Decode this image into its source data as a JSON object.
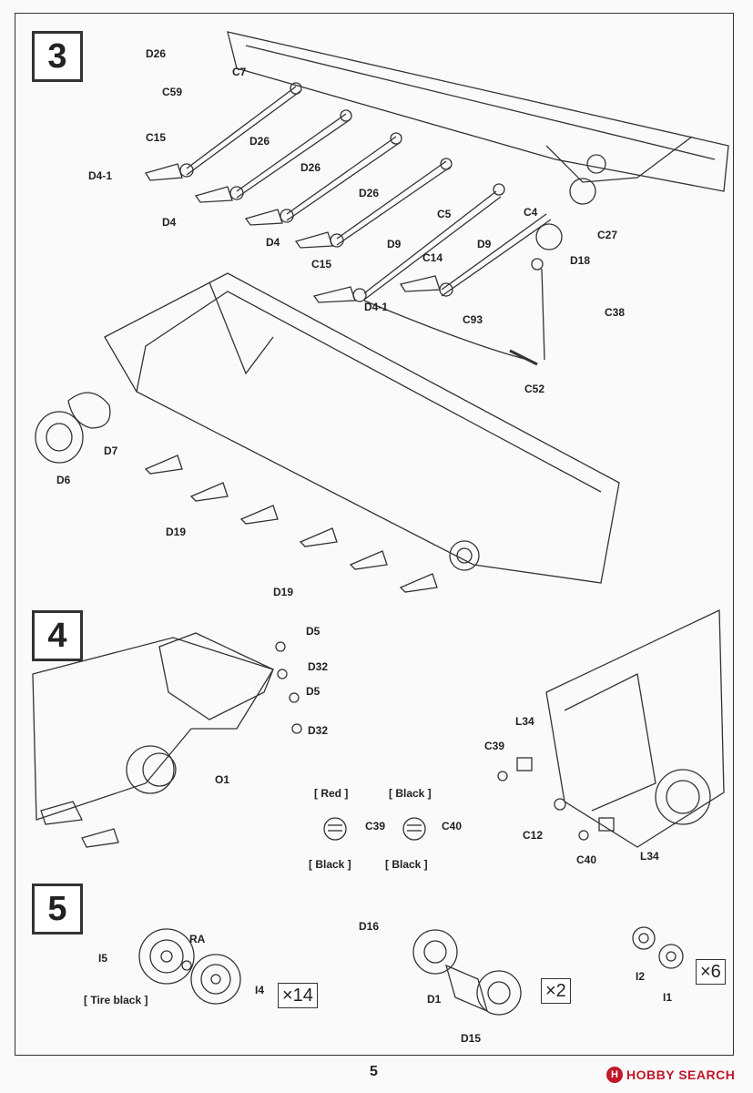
{
  "page_number": "5",
  "watermark": {
    "text": "HOBBY SEARCH",
    "icon": "hobby-search-logo"
  },
  "steps": [
    "3",
    "4",
    "5"
  ],
  "step3": {
    "labels": [
      "D26",
      "C7",
      "C59",
      "C15",
      "D26",
      "D4-1",
      "D26",
      "D4",
      "D26",
      "C5",
      "C4",
      "C27",
      "D4",
      "D9",
      "D9",
      "C14",
      "D18",
      "C15",
      "D4-1",
      "C93",
      "C38",
      "C52",
      "D7",
      "D6",
      "D19",
      "D19"
    ]
  },
  "step4": {
    "labels": [
      "D5",
      "D32",
      "D5",
      "D32",
      "O1",
      "L34",
      "C39",
      "C12",
      "C40",
      "L34",
      "C39",
      "C40"
    ],
    "paint_notes": [
      "[ Red ]",
      "[ Black ]",
      "[ Black ]",
      "[ Black ]"
    ]
  },
  "step5": {
    "labels": [
      "RA",
      "I5",
      "I4",
      "D16",
      "D1",
      "D15",
      "I2",
      "I1"
    ],
    "paint_note": "[ Tire black ]",
    "multipliers": [
      "×14",
      "×2",
      "×6"
    ]
  }
}
